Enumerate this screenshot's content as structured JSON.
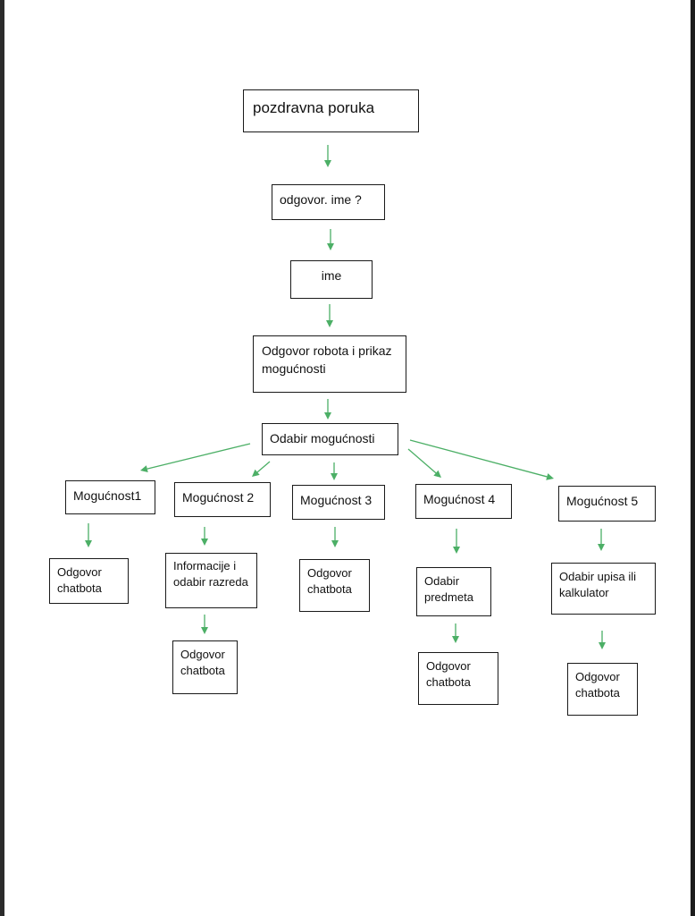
{
  "diagram": {
    "arrow_color": "#4caf66",
    "nodes": {
      "greeting": "pozdravna poruka",
      "ask_name": "odgovor. ime ?",
      "name": "ime",
      "robot_reply": "Odgovor robota i prikaz mogućnosti",
      "choose_option": "Odabir mogućnosti",
      "option_1": "Mogućnost1",
      "option_2": "Mogućnost 2",
      "option_3": "Mogućnost 3",
      "option_4": "Mogućnost 4",
      "option_5": "Mogućnost 5",
      "opt1_reply": "Odgovor chatbota",
      "opt2_info": "Informacije i odabir razreda",
      "opt2_reply": "Odgovor chatbota",
      "opt3_reply": "Odgovor chatbota",
      "opt4_subject": "Odabir predmeta",
      "opt4_reply": "Odgovor chatbota",
      "opt5_enroll": "Odabir upisa ili kalkulator",
      "opt5_reply": "Odgovor chatbota"
    }
  }
}
